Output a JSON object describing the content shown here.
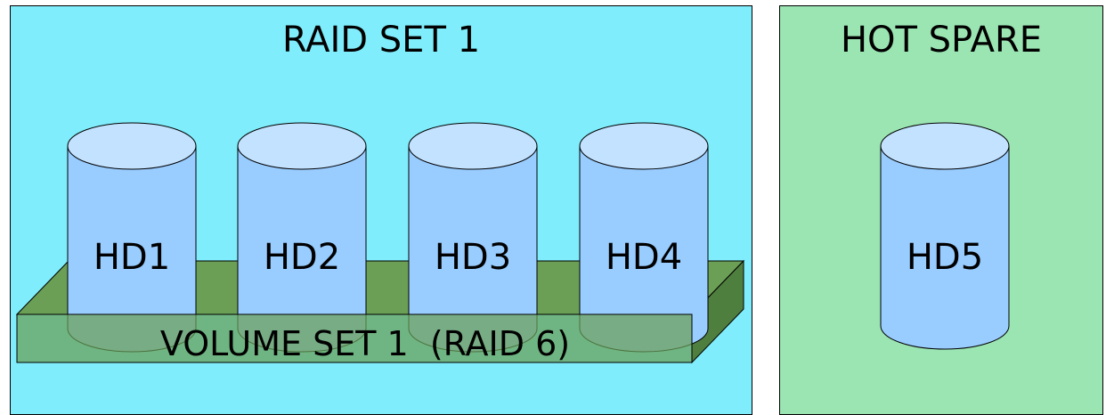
{
  "raid_set": {
    "title": "RAID SET 1",
    "color": "#7fedfb"
  },
  "hot_spare": {
    "title": "HOT SPARE",
    "color": "#9be5b3",
    "disk": {
      "label": "HD5"
    }
  },
  "raid_disks": [
    {
      "label": "HD1"
    },
    {
      "label": "HD2"
    },
    {
      "label": "HD3"
    },
    {
      "label": "HD4"
    }
  ],
  "volume_set": {
    "label": "VOLUME SET 1  (RAID 6)",
    "color": "#6a9f55"
  },
  "colors": {
    "disk_body": "#99ccff",
    "disk_top": "#c2e2ff",
    "outline": "#000000"
  }
}
